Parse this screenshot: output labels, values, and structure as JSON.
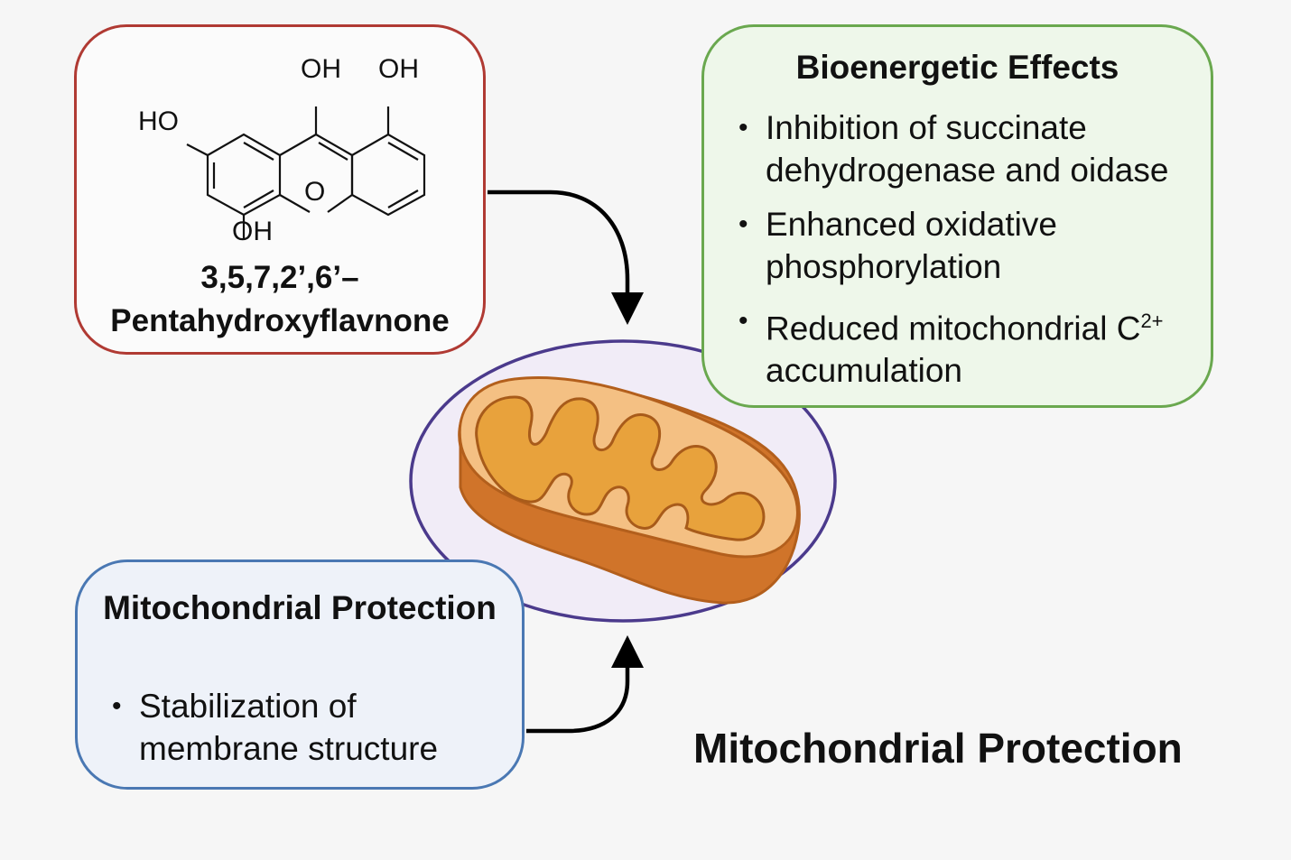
{
  "compound": {
    "structure_labels": {
      "oh_top_left": "OH",
      "oh_top_right": "OH",
      "ho_left": "HO",
      "oh_bottom": "OH",
      "ring_oxygen": "O"
    },
    "name_line1": "3,5,7,2’,6’–",
    "name_line2": "Pentahydroxyflavnone"
  },
  "bioenergetic": {
    "title": "Bioenergetic Effects",
    "items": [
      {
        "text": "Inhibition of succinate dehydrogenase and oidase"
      },
      {
        "text": "Enhanced oxidative phosphorylation"
      },
      {
        "text": "Reduced mitochondrial C",
        "superscript": "2+",
        "text_after": " accumulation"
      }
    ]
  },
  "protection_box": {
    "title": "Mitochondrial Protection",
    "items": [
      {
        "text": "Stabilization of membrane structure"
      }
    ]
  },
  "footer_title": "Mitochondrial Protection",
  "colors": {
    "compound_border": "#b03a33",
    "bioenergetic_border": "#6aa84f",
    "bioenergetic_fill": "#eef7ea",
    "protection_border": "#4a78b3",
    "protection_fill": "#eef2f9",
    "cell_border": "#4b3a8c",
    "cell_fill": "#f1ecf7",
    "mito_outer": "#d57a2c",
    "mito_inner_light": "#f4c083",
    "mito_matrix": "#e8a23c"
  }
}
